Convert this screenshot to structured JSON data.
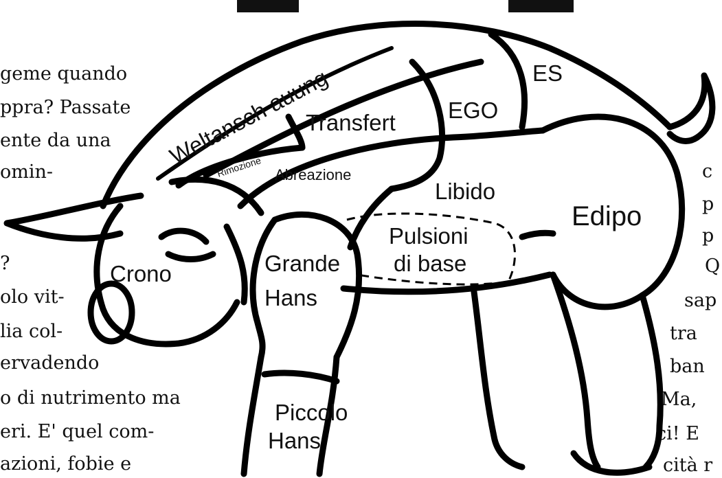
{
  "left_text": [
    "geme quando",
    "ppra? Passate",
    "ente da una",
    "omin-",
    "?",
    "olo vit-",
    "lia col-",
    "ervadendo",
    "o di nutrimento ma",
    "eri. E' quel com-",
    "azioni, fobie e"
  ],
  "right_text": [
    "c",
    "p",
    "p",
    "Q",
    "sap",
    "tra",
    "ban",
    "Ma,",
    "ci! E",
    "cità r"
  ],
  "labels": {
    "weltanschauung": "Weltansch auung",
    "es": "ES",
    "ego": "EGO",
    "transfert": "Transfert",
    "rimozione": "Rimozione",
    "abreazione": "Abreazione",
    "libido": "Libido",
    "edipo": "Edipo",
    "pulsioni": "Pulsioni",
    "di_base": "di  base",
    "grande": "Grande",
    "hans_grande": "Hans",
    "crono": "Crono",
    "piccolo": "Piccolo",
    "hans_piccolo": "Hans"
  }
}
